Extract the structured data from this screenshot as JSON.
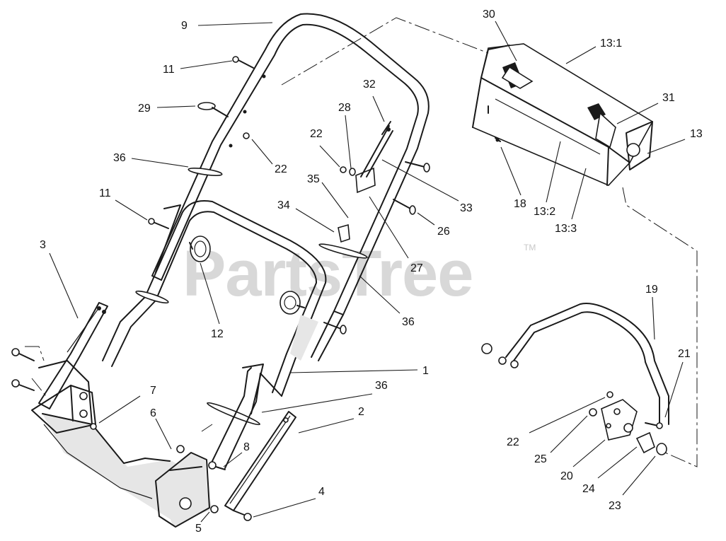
{
  "watermark": {
    "text": "PartsTree",
    "trademark": "TM"
  },
  "callouts": [
    "9",
    "11",
    "29",
    "36",
    "22",
    "11",
    "3",
    "12",
    "7",
    "6",
    "8",
    "5",
    "4",
    "2",
    "36",
    "1",
    "36",
    "35",
    "34",
    "28",
    "22",
    "32",
    "33",
    "26",
    "27",
    "30",
    "13:1",
    "31",
    "13",
    "18",
    "13:2",
    "13:3",
    "19",
    "21",
    "22",
    "25",
    "20",
    "24",
    "23"
  ]
}
